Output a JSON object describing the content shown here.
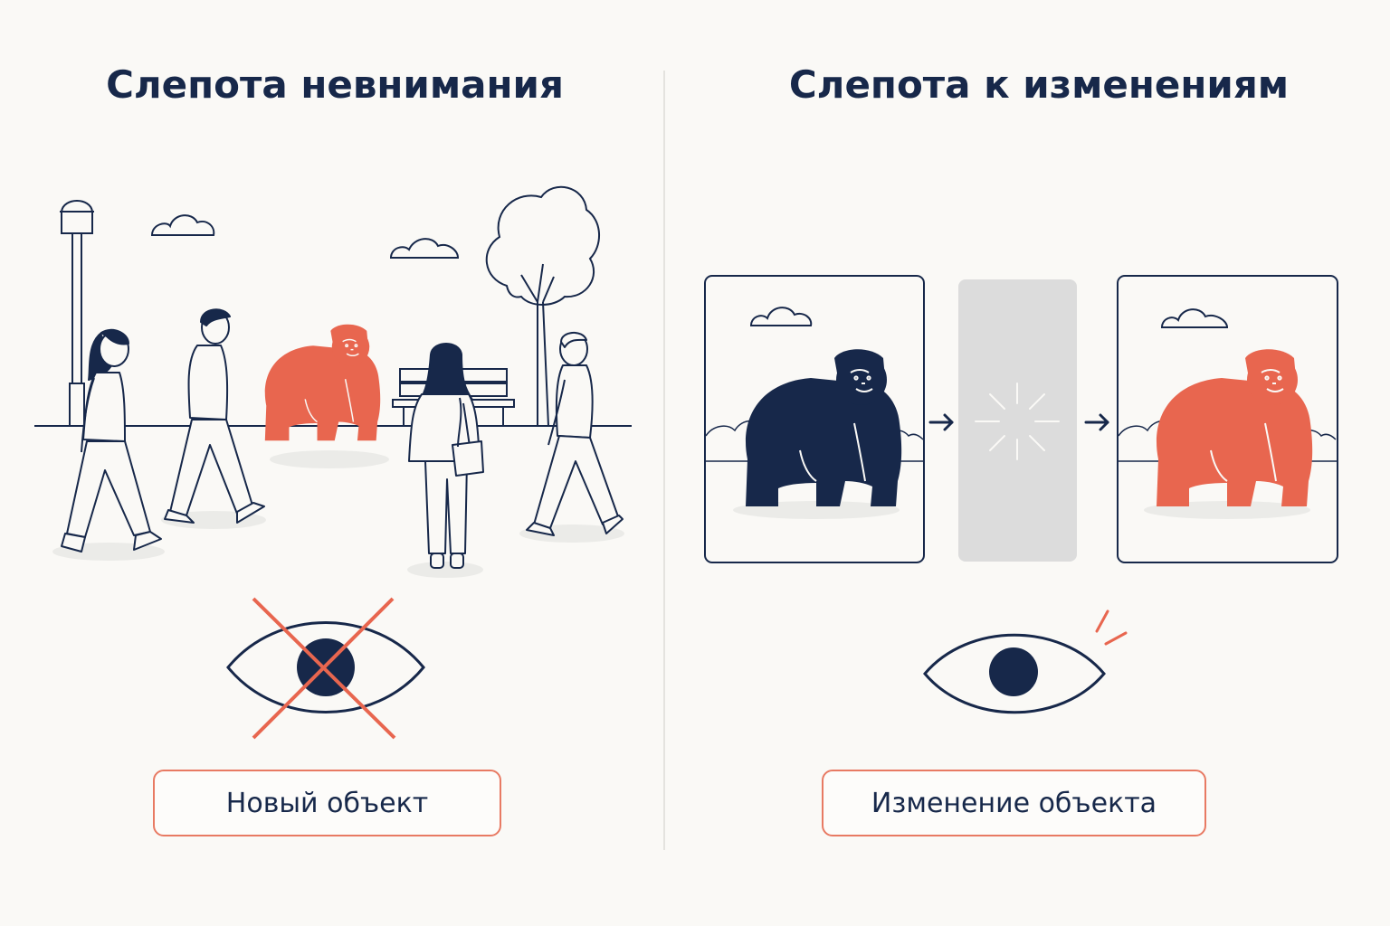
{
  "panels": {
    "left": {
      "title": "Слепота невнимания",
      "label": "Новый объект"
    },
    "right": {
      "title": "Слепота к изменениям",
      "label": "Изменение объекта"
    }
  },
  "colors": {
    "navy": "#17284a",
    "accent": "#e8664f",
    "flicker": "#dcdcdc",
    "background": "#faf9f6"
  },
  "icons": {
    "left_eye": "eye-crossed-icon",
    "right_eye": "eye-noticing-icon",
    "arrow": "arrow-right-icon"
  }
}
